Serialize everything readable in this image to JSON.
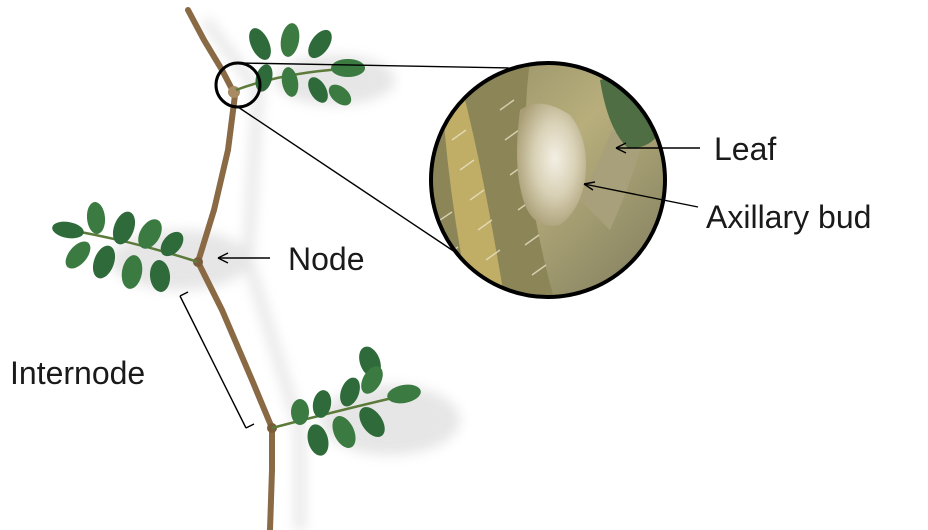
{
  "labels": {
    "leaf": "Leaf",
    "axillary_bud": "Axillary bud",
    "node": "Node",
    "internode": "Internode"
  },
  "colors": {
    "stem": "#8a6a45",
    "stem_dark": "#6e5234",
    "leaflet": "#2f6b3a",
    "leaflet_light": "#4a8a4f",
    "zoom_bg": "#b8b38e",
    "outline": "#000000",
    "text": "#1a1a1a"
  }
}
